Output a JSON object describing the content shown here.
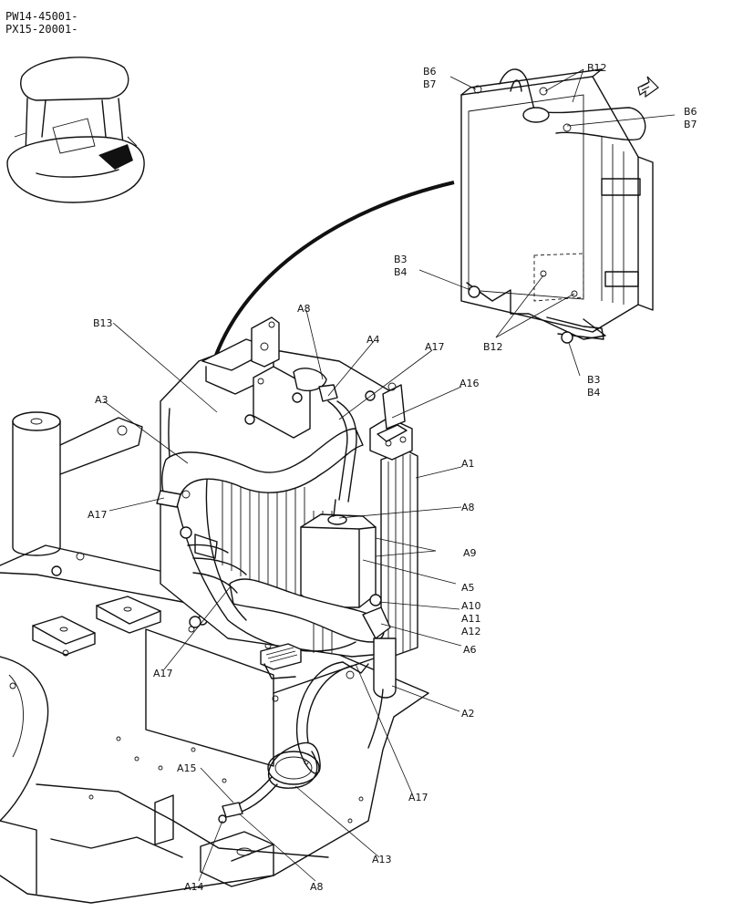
{
  "header": {
    "serial_line_1": "PW14-45001-",
    "serial_line_2": "PX15-20001-"
  },
  "callouts": {
    "B6_B7_left": [
      "B6",
      "B7"
    ],
    "B12_top": "B12",
    "B6_B7_right": [
      "B6",
      "B7"
    ],
    "B3_B4_left": [
      "B3",
      "B4"
    ],
    "B12_bottom": "B12",
    "B3_B4_bottom": [
      "B3",
      "B4"
    ],
    "B13": "B13",
    "A3": "A3",
    "A8_top": "A8",
    "A4": "A4",
    "A17_top": "A17",
    "A16": "A16",
    "A1": "A1",
    "A17_left": "A17",
    "A8_mid": "A8",
    "A9": "A9",
    "A5": "A5",
    "A10_A11_A12": [
      "A10",
      "A11",
      "A12"
    ],
    "A6": "A6",
    "A17_bottom_left": "A17",
    "A2": "A2",
    "A17_bottom_right": "A17",
    "A15": "A15",
    "A13": "A13",
    "A14": "A14",
    "A8_bottom": "A8"
  },
  "icons": {
    "location_thumbnail": "machine-thumbnail-icon",
    "direction_arrow": "direction-arrow-icon"
  }
}
